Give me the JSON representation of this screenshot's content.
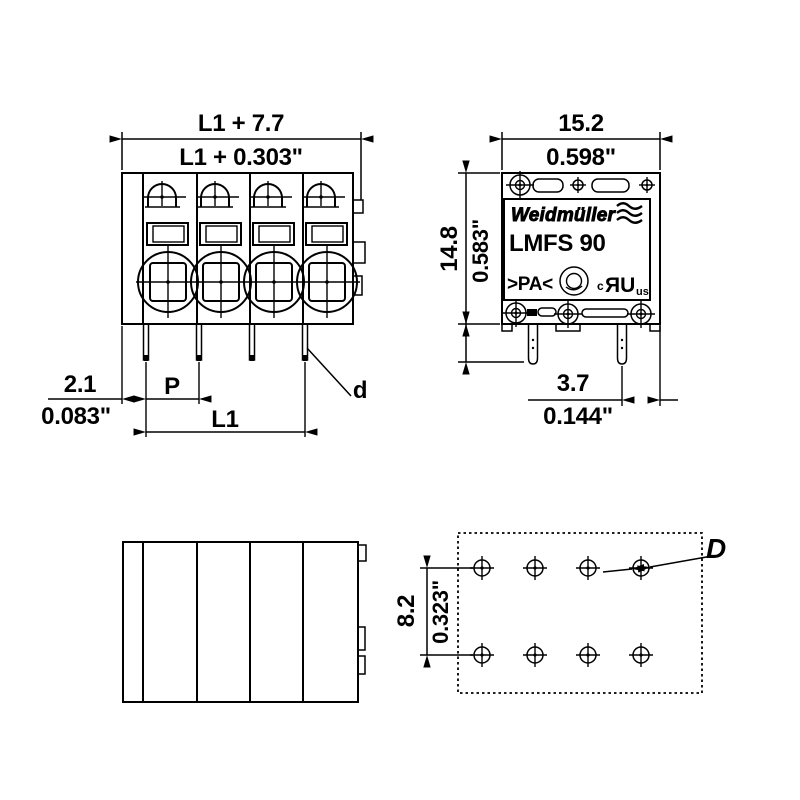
{
  "front_view": {
    "width_mm": "L1 + 7.7",
    "width_in": "L1 + 0.303\"",
    "edge_offset_mm": "2.1",
    "edge_offset_in": "0.083\"",
    "pitch_label": "P",
    "length_label": "L1",
    "pin_label": "d"
  },
  "side_view": {
    "width_mm": "15.2",
    "width_in": "0.598\"",
    "height_mm": "14.8",
    "height_in": "0.583\"",
    "pin_to_edge_mm": "3.7",
    "pin_to_edge_in": "0.144\""
  },
  "product_label": {
    "brand": "Weidmüller",
    "model": "LMFS 90",
    "material_marking": ">PA<",
    "ul_prefix": "c",
    "ul_symbol": "ЯU",
    "ul_suffix": "us"
  },
  "drill_plan": {
    "row_pitch_mm": "8.2",
    "row_pitch_in": "0.323\"",
    "hole_dia_label": "D"
  },
  "colors": {
    "line": "#000000",
    "background": "#ffffff"
  }
}
